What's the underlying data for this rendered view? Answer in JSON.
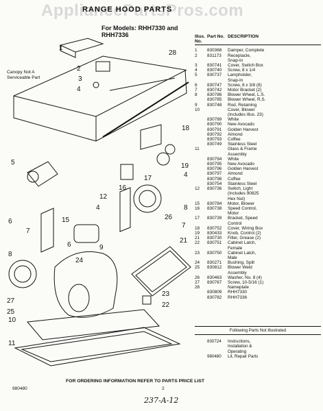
{
  "watermark": "AppliancePartsPros.com",
  "title": "RANGE HOOD PARTS",
  "models_prefix": "For Models:",
  "models": "RHH7330 and RHH7336",
  "canopy_note": "Canopy Not A Serviceable Part",
  "headers": {
    "illus": "Illus. No.",
    "part": "Part No.",
    "desc": "DESCRIPTION"
  },
  "parts": [
    {
      "illus": "1",
      "part": "830368",
      "desc": "Damper, Complete"
    },
    {
      "illus": "2",
      "part": "831173",
      "desc": "Receptacle,"
    },
    {
      "illus": "",
      "part": "",
      "desc": "Snap-In"
    },
    {
      "illus": "3",
      "part": "830741",
      "desc": "Cover, Switch Box"
    },
    {
      "illus": "4",
      "part": "830740",
      "desc": "Screw, 8 x 1/4"
    },
    {
      "illus": "5",
      "part": "830737",
      "desc": "Lampholder,"
    },
    {
      "illus": "",
      "part": "",
      "desc": "Snap-In"
    },
    {
      "illus": "6",
      "part": "830747",
      "desc": "Screw, 8 x 3/8 (8)"
    },
    {
      "illus": "7",
      "part": "830742",
      "desc": "Motor Bracket (2)"
    },
    {
      "illus": "8",
      "part": "830786",
      "desc": "Blower Wheel, L.S."
    },
    {
      "illus": "",
      "part": "830785",
      "desc": "Blower Wheel, R.S."
    },
    {
      "illus": "9",
      "part": "830748",
      "desc": "Rod, Retaining"
    },
    {
      "illus": "10",
      "part": "",
      "desc": "Cover, Blower"
    },
    {
      "illus": "",
      "part": "",
      "desc": "(Includes Illus. 23)"
    },
    {
      "illus": "",
      "part": "830789",
      "desc": "White"
    },
    {
      "illus": "",
      "part": "830790",
      "desc": "New Avocado"
    },
    {
      "illus": "",
      "part": "830791",
      "desc": "Golden Harvest"
    },
    {
      "illus": "",
      "part": "830792",
      "desc": "Almond"
    },
    {
      "illus": "",
      "part": "830793",
      "desc": "Coffee"
    },
    {
      "illus": "",
      "part": "830749",
      "desc": "Stainless Steel"
    },
    {
      "illus": "11",
      "part": "",
      "desc": "Glass & Frame"
    },
    {
      "illus": "",
      "part": "",
      "desc": "Assembly"
    },
    {
      "illus": "",
      "part": "830794",
      "desc": "White"
    },
    {
      "illus": "",
      "part": "830795",
      "desc": "New Avocado"
    },
    {
      "illus": "",
      "part": "830796",
      "desc": "Golden Harvest"
    },
    {
      "illus": "",
      "part": "830797",
      "desc": "Almond"
    },
    {
      "illus": "",
      "part": "830798",
      "desc": "Coffee"
    },
    {
      "illus": "",
      "part": "830754",
      "desc": "Stainless Steel"
    },
    {
      "illus": "12",
      "part": "830736",
      "desc": "Switch, Light"
    },
    {
      "illus": "",
      "part": "",
      "desc": "(Includes 90825"
    },
    {
      "illus": "",
      "part": "",
      "desc": "Hex Nut)"
    },
    {
      "illus": "15",
      "part": "830784",
      "desc": "Motor, Blower"
    },
    {
      "illus": "16",
      "part": "830738",
      "desc": "Speed Control,"
    },
    {
      "illus": "",
      "part": "",
      "desc": "Motor"
    },
    {
      "illus": "17",
      "part": "830739",
      "desc": "Bracket, Speed"
    },
    {
      "illus": "",
      "part": "",
      "desc": "Control"
    },
    {
      "illus": "18",
      "part": "830752",
      "desc": "Cover, Wiring Box"
    },
    {
      "illus": "19",
      "part": "830433",
      "desc": "Knob, Control (2)"
    },
    {
      "illus": "21",
      "part": "830730",
      "desc": "Filter, Grease (2)"
    },
    {
      "illus": "22",
      "part": "830751",
      "desc": "Cabinet Latch,"
    },
    {
      "illus": "",
      "part": "",
      "desc": "Female"
    },
    {
      "illus": "23",
      "part": "830750",
      "desc": "Cabinet Latch,"
    },
    {
      "illus": "",
      "part": "",
      "desc": "Male"
    },
    {
      "illus": "24",
      "part": "830271",
      "desc": "Bushing, Split"
    },
    {
      "illus": "25",
      "part": "830812",
      "desc": "Blower Weld"
    },
    {
      "illus": "",
      "part": "",
      "desc": "Assembly"
    },
    {
      "illus": "26",
      "part": "830463",
      "desc": "Washer, No. 8 (4)"
    },
    {
      "illus": "27",
      "part": "830767",
      "desc": "Screw, 10-5/16 (1)"
    },
    {
      "illus": "28",
      "part": "",
      "desc": "Nameplate"
    },
    {
      "illus": "",
      "part": "830809",
      "desc": "RHH7330"
    },
    {
      "illus": "",
      "part": "830782",
      "desc": "RHH7336"
    }
  ],
  "not_illustrated_header": "Following Parts Not Illustrated",
  "not_illustrated": [
    {
      "part": "830724",
      "desc": "Instructions,"
    },
    {
      "part": "",
      "desc": "Installation &"
    },
    {
      "part": "",
      "desc": "Operating"
    },
    {
      "part": "980480",
      "desc": "Lit, Repair Parts"
    }
  ],
  "footer_order": "FOR ORDERING INFORMATION REFER TO PARTS PRICE LIST",
  "doc_number": "980480",
  "page_number": "2",
  "handwritten": "237-A-12",
  "callouts": [
    "1",
    "2",
    "3",
    "4",
    "28",
    "18",
    "5",
    "19",
    "4",
    "17",
    "16",
    "12",
    "4",
    "6",
    "7",
    "8",
    "26",
    "7",
    "15",
    "21",
    "6",
    "9",
    "8",
    "24",
    "27",
    "25",
    "23",
    "22",
    "10",
    "11"
  ]
}
